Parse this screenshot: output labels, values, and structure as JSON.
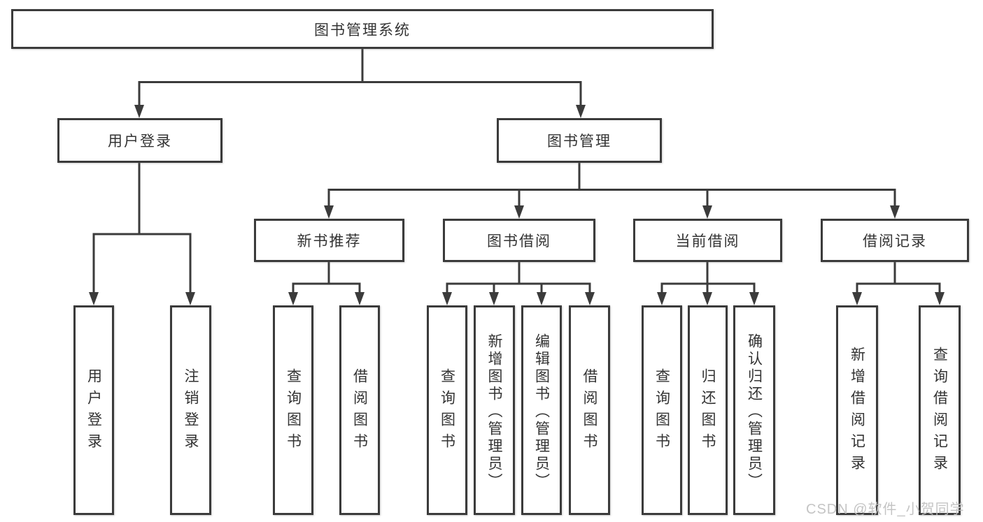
{
  "diagram": {
    "root": "图书管理系统",
    "branches": [
      {
        "label": "用户登录",
        "children": [
          {
            "label": "用户登录"
          },
          {
            "label": "注销登录"
          }
        ]
      },
      {
        "label": "图书管理",
        "children": [
          {
            "label": "新书推荐",
            "children": [
              {
                "label": "查询图书"
              },
              {
                "label": "借阅图书"
              }
            ]
          },
          {
            "label": "图书借阅",
            "children": [
              {
                "label": "查询图书"
              },
              {
                "label": "新增图书（管理员）"
              },
              {
                "label": "编辑图书（管理员）"
              },
              {
                "label": "借阅图书"
              }
            ]
          },
          {
            "label": "当前借阅",
            "children": [
              {
                "label": "查询图书"
              },
              {
                "label": "归还图书"
              },
              {
                "label": "确认归还（管理员）"
              }
            ]
          },
          {
            "label": "借阅记录",
            "children": [
              {
                "label": "新增借阅记录"
              },
              {
                "label": "查询借阅记录"
              }
            ]
          }
        ]
      }
    ]
  },
  "watermark": "CSDN @软件_小贺同学",
  "colors": {
    "line": "#3b3b3b",
    "text": "#333333",
    "background": "#ffffff",
    "watermark": "#c0c0c0"
  }
}
